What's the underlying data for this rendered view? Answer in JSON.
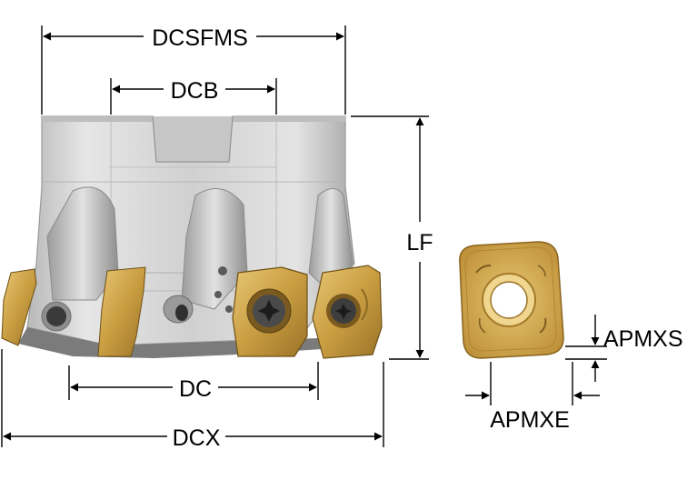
{
  "dimensions": {
    "dcsfms": "DCSFMS",
    "dcb": "DCB",
    "lf": "LF",
    "dc": "DC",
    "dcx": "DCX",
    "apmxs": "APMXS",
    "apmxe": "APMXE"
  },
  "colors": {
    "body": "#d4d4d4",
    "body_shadow": "#a9a9a9",
    "body_highlight": "#ececec",
    "insert_gold": "#c9a045",
    "insert_gold_light": "#e3c26e",
    "insert_gold_dark": "#8e6a22",
    "screw": "#4a4a4a",
    "line": "#000000",
    "background": "#ffffff"
  },
  "icons": {
    "arrowhead": "arrow-head-icon",
    "screw": "torx-screw-icon"
  }
}
